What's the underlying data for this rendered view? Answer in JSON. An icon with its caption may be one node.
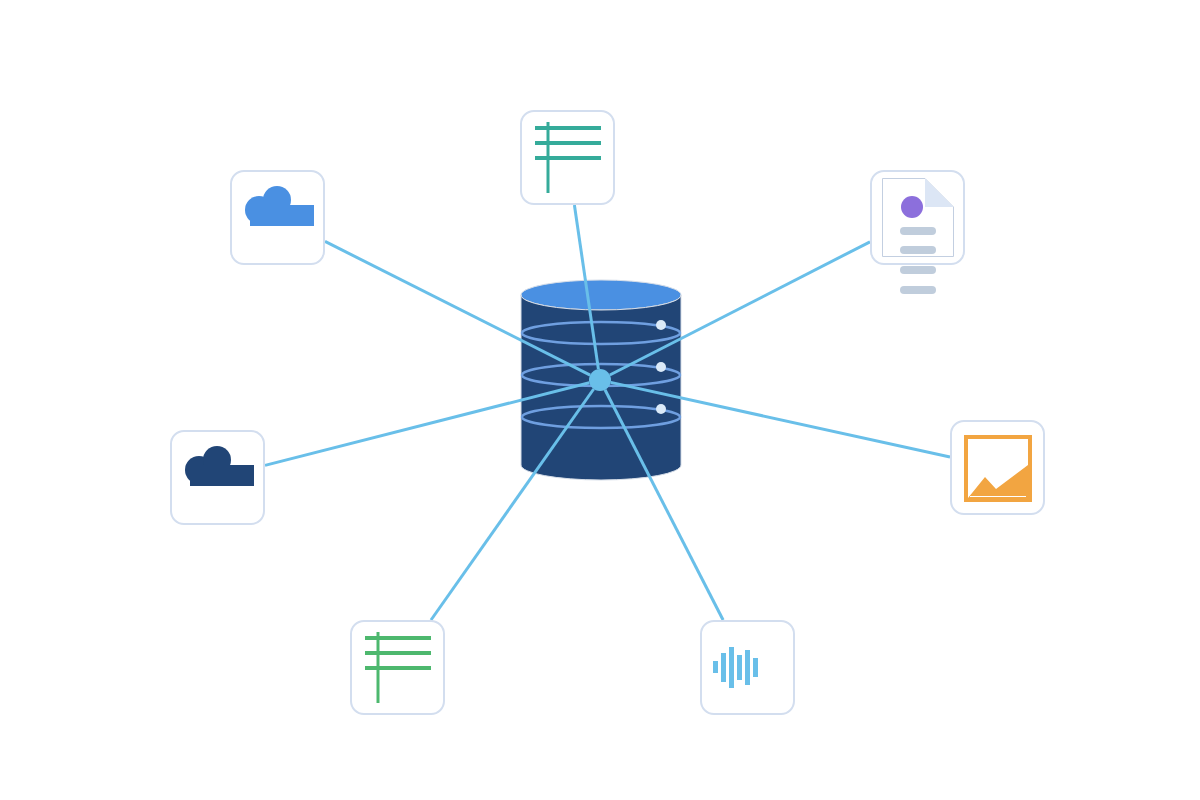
{
  "diagram": {
    "nodes": [
      {
        "text": [],
        "shape": "box"
      },
      {
        "text": [],
        "shape": "box"
      },
      {
        "text": [],
        "shape": "box"
      },
      {
        "text": [],
        "shape": "cylinder"
      },
      {
        "text": [],
        "shape": "circle",
        "in": 3
      },
      {
        "text": [],
        "shape": "box"
      },
      {
        "text": [],
        "shape": "box"
      },
      {
        "text": [],
        "shape": "box"
      },
      {
        "text": [],
        "shape": "box"
      }
    ],
    "edges": [
      {
        "from": 4,
        "to": 0,
        "arrow": "none"
      },
      {
        "from": 4,
        "to": 1,
        "arrow": "none"
      },
      {
        "from": 4,
        "to": 2,
        "arrow": "none"
      },
      {
        "from": 4,
        "to": 5,
        "arrow": "none"
      },
      {
        "from": 4,
        "to": 6,
        "arrow": "none"
      },
      {
        "from": 4,
        "to": 7,
        "arrow": "none"
      },
      {
        "from": 4,
        "to": 8,
        "arrow": "none"
      }
    ]
  }
}
